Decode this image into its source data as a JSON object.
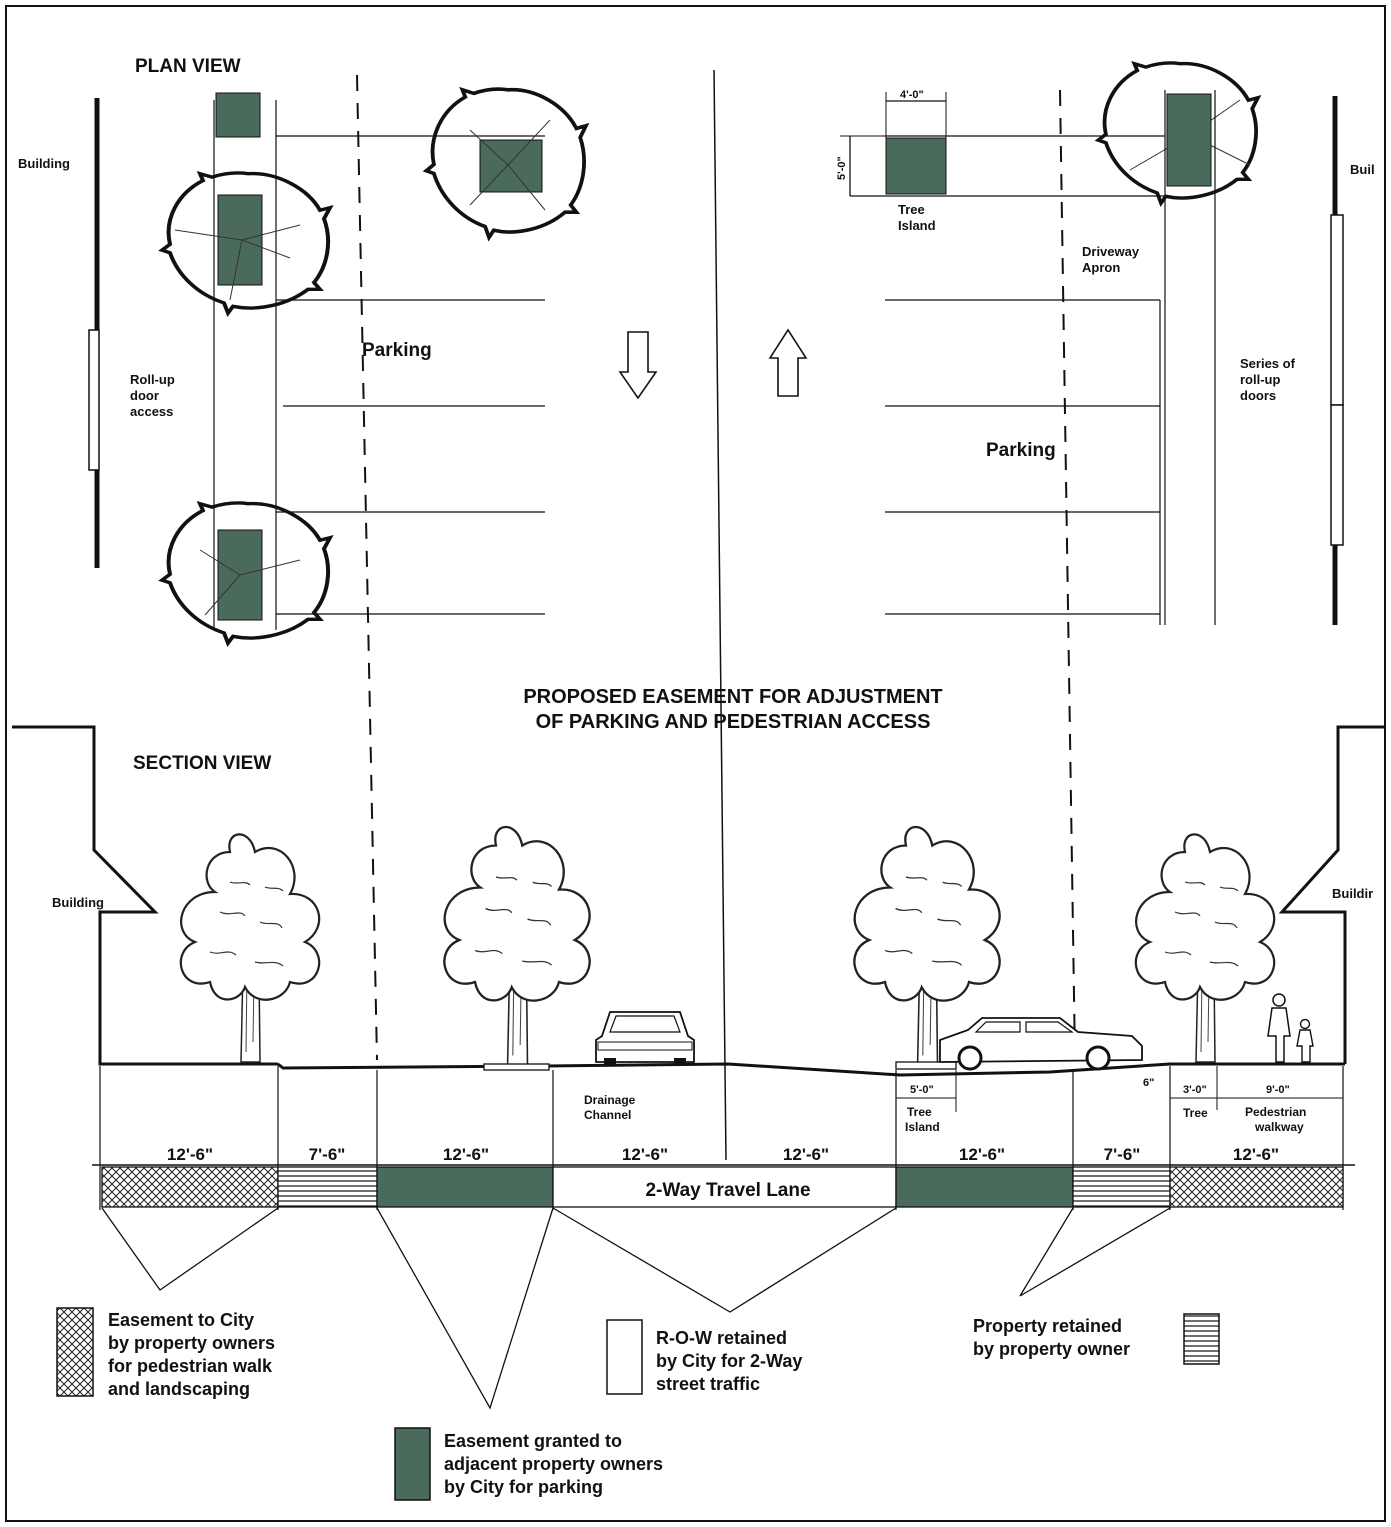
{
  "labels": {
    "plan_view": "PLAN VIEW",
    "section_view": "SECTION VIEW",
    "title_line1": "PROPOSED EASEMENT FOR ADJUSTMENT",
    "title_line2": "OF PARKING AND PEDESTRIAN ACCESS",
    "building_left": "Building",
    "building_right_plan": "Buil",
    "building_left_section": "Building",
    "building_right_section": "Buildir",
    "rollup_1": "Roll-up",
    "rollup_2": "door",
    "rollup_3": "access",
    "series_1": "Series of",
    "series_2": "roll-up",
    "series_3": "doors",
    "parking_left": "Parking",
    "parking_right": "Parking",
    "driveway_1": "Driveway",
    "driveway_2": "Apron",
    "tree_island_plan_1": "Tree",
    "tree_island_plan_2": "Island",
    "dim_4ft": "4'-0\"",
    "dim_5ft": "5'-0\"",
    "drainage_1": "Drainage",
    "drainage_2": "Channel",
    "dim_5ft_section": "5'-0\"",
    "tree_island_sec_1": "Tree",
    "tree_island_sec_2": "Island",
    "dim_6in": "6\"",
    "dim_3ft": "3'-0\"",
    "tree_sec": "Tree",
    "dim_9ft": "9'-0\"",
    "ped_walk_1": "Pedestrian",
    "ped_walk_2": "walkway",
    "travel_lane": "2-Way Travel Lane"
  },
  "dimensions": [
    "12'-6\"",
    "7'-6\"",
    "12'-6\"",
    "12'-6\"",
    "12'-6\"",
    "12'-6\"",
    "7'-6\"",
    "12'-6\""
  ],
  "legend": {
    "crosshatch": [
      "Easement to City",
      "by property owners",
      "for pedestrian walk",
      "and landscaping"
    ],
    "dark": [
      "Easement granted to",
      "adjacent property owners",
      "by City for parking"
    ],
    "white": [
      "R-O-W retained",
      "by City for 2-Way",
      "street traffic"
    ],
    "striped": [
      "Property retained",
      "by property owner"
    ]
  },
  "colors": {
    "easement_dark": "#4a6b5c",
    "ink": "#111111"
  }
}
